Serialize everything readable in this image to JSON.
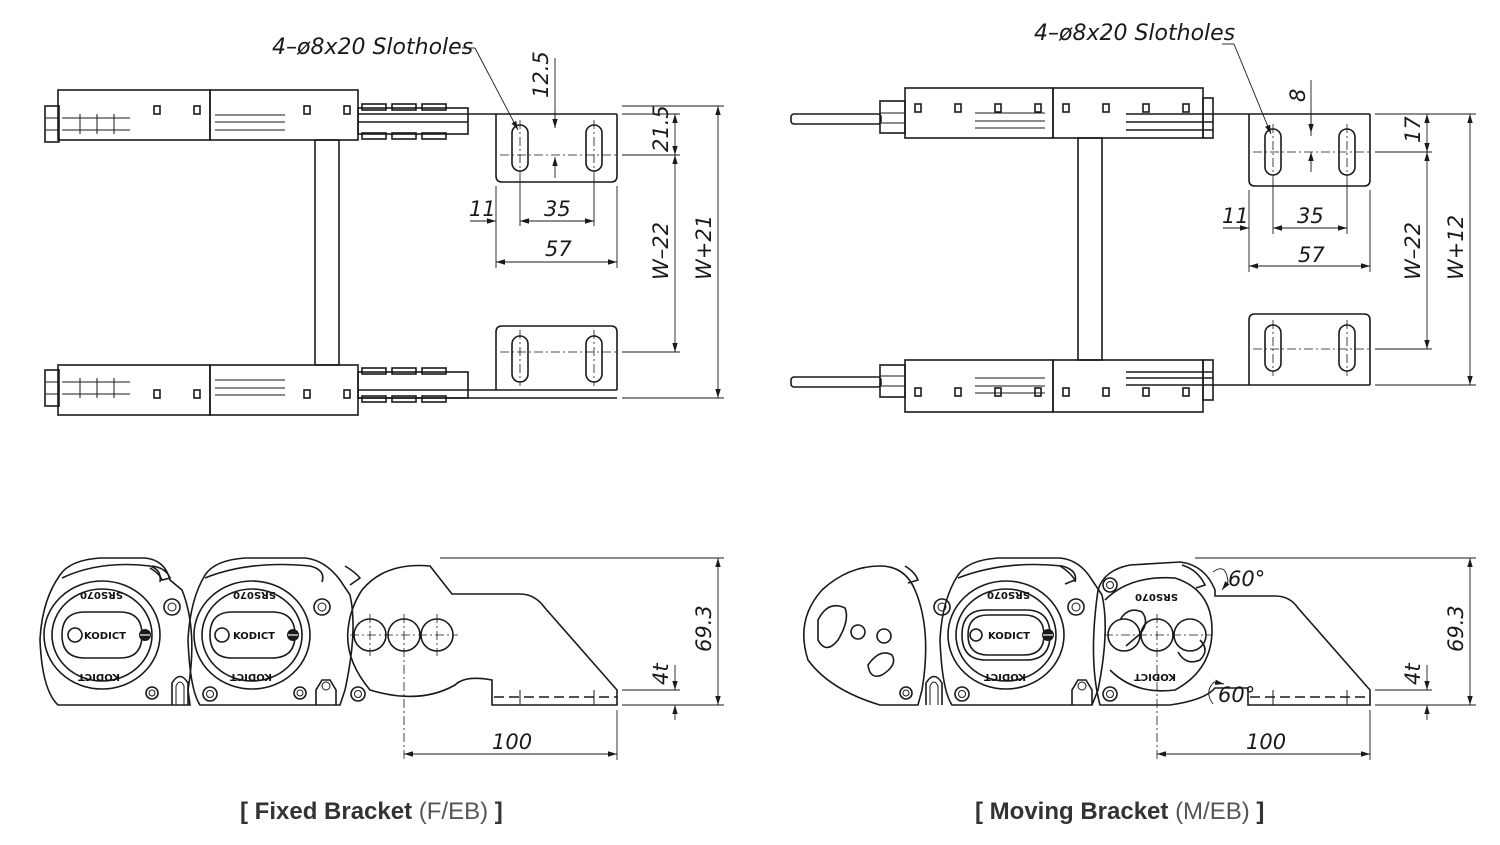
{
  "fixed_bracket": {
    "caption_open": "[",
    "caption_bold": "Fixed Bracket",
    "caption_code": "(F/EB)",
    "caption_close": "]",
    "top_view": {
      "slothole_note": "4–ø8x20 Slotholes",
      "dim_12_5": "12.5",
      "dim_21_5": "21.5",
      "dim_11": "11",
      "dim_35": "35",
      "dim_57": "57",
      "dim_w_minus": "W–22",
      "dim_w_plus": "W+21"
    },
    "side_view": {
      "dim_height": "69.3",
      "dim_thickness": "4t",
      "dim_length": "100",
      "link_marking": "SRS070",
      "brand_marking": "KODICT"
    }
  },
  "moving_bracket": {
    "caption_open": "[",
    "caption_bold": "Moving Bracket",
    "caption_code": "(M/EB)",
    "caption_close": "]",
    "top_view": {
      "slothole_note": "4–ø8x20 Slotholes",
      "dim_8": "8",
      "dim_17": "17",
      "dim_11": "11",
      "dim_35": "35",
      "dim_57": "57",
      "dim_w_minus": "W–22",
      "dim_w_plus": "W+12"
    },
    "side_view": {
      "angle_top": "60°",
      "angle_bottom": "60°",
      "dim_height": "69.3",
      "dim_thickness": "4t",
      "dim_length": "100",
      "link_marking": "SRS070",
      "brand_marking": "KODICT"
    }
  }
}
